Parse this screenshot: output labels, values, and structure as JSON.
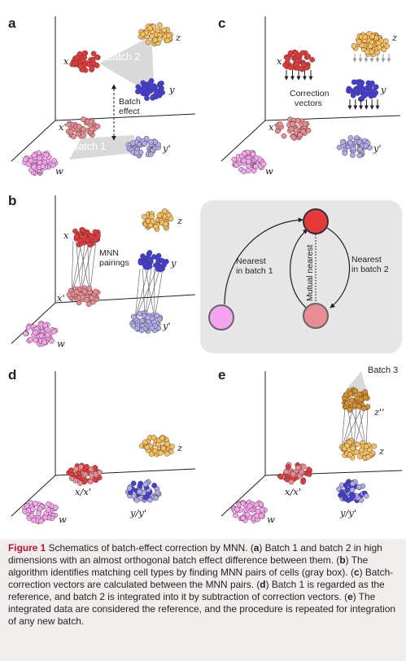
{
  "colors": {
    "red": "#e43a3a",
    "pink": "#e88d93",
    "yellow": "#f7c25a",
    "orange": "#d4932a",
    "blue": "#3d3fe2",
    "lavender": "#aaacec",
    "violet": "#f3a6ef",
    "box_gray": "#e6e6e6",
    "caption_bg": "#f1eeee",
    "figure_red": "#c8102e"
  },
  "panels": {
    "a": {
      "letter": "a",
      "labels": {
        "x": "x",
        "z": "z",
        "y": "y",
        "x_prime": "x'",
        "y_prime": "y'",
        "w": "w"
      },
      "batch1_label": "Batch 1",
      "batch2_label": "Batch 2",
      "batch_effect_line1": "Batch",
      "batch_effect_line2": "effect"
    },
    "b": {
      "letter": "b",
      "labels": {
        "x": "x",
        "z": "z",
        "y": "y",
        "x_prime": "x'",
        "y_prime": "y'",
        "w": "w"
      },
      "mnn_line1": "MNN",
      "mnn_line2": "pairings",
      "inset": {
        "nearest_b1_line1": "Nearest",
        "nearest_b1_line2": "in batch 1",
        "nearest_b2_line1": "Nearest",
        "nearest_b2_line2": "in batch 2",
        "mutual": "Mutual nearest"
      }
    },
    "c": {
      "letter": "c",
      "labels": {
        "x": "x",
        "z": "z",
        "y": "y",
        "x_prime": "x'",
        "y_prime": "y'",
        "w": "w"
      },
      "correction_line1": "Correction",
      "correction_line2": "vectors"
    },
    "d": {
      "letter": "d",
      "labels": {
        "z": "z",
        "xx": "x/x'",
        "yy": "y/y'",
        "w": "w"
      }
    },
    "e": {
      "letter": "e",
      "labels": {
        "z": "z",
        "z_dprime": "z''",
        "xx": "x/x'",
        "yy": "y/y'",
        "w": "w"
      },
      "batch3_label": "Batch 3"
    }
  },
  "caption": {
    "fig_label": "Figure 1",
    "intro": "  Schematics of batch-effect correction by MNN. (",
    "a_letter": "a",
    "a_text": ") Batch 1 and batch 2 in high dimensions with an almost orthogonal batch effect difference between them. (",
    "b_letter": "b",
    "b_text": ") The algorithm identifies matching cell types by finding MNN pairs of cells (gray box). (",
    "c_letter": "c",
    "c_text": ") Batch-correction vectors are calculated between the MNN pairs. (",
    "d_letter": "d",
    "d_text": ") Batch 1 is regarded as the reference, and batch 2 is integrated into it by subtraction of correction vectors. (",
    "e_letter": "e",
    "e_text": ") The integrated data are considered the reference, and the procedure is repeated for integration of any new batch."
  }
}
